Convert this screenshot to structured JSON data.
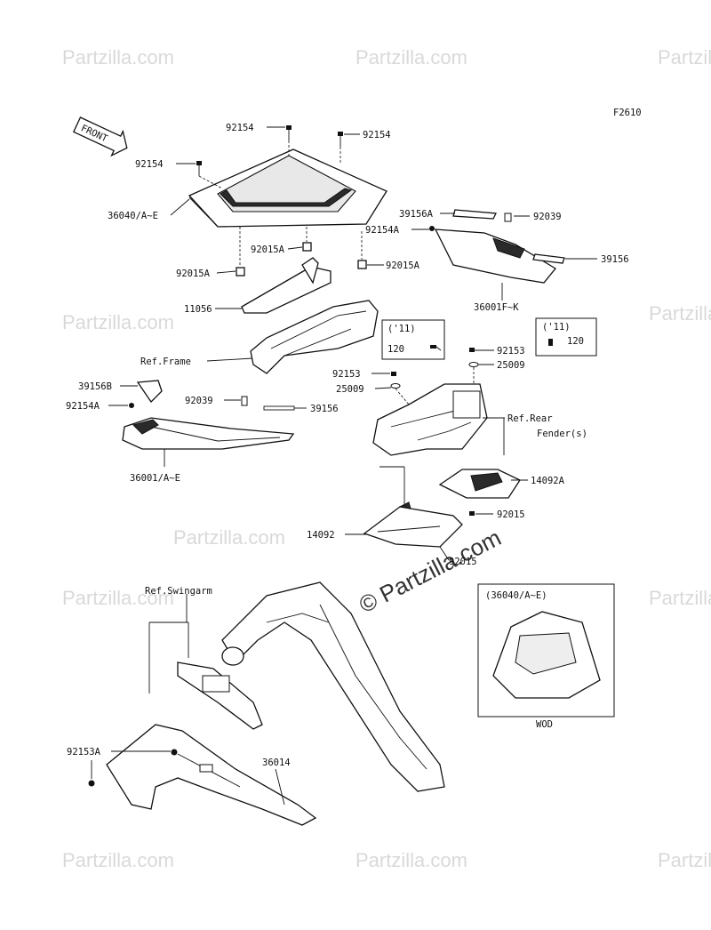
{
  "diagram": {
    "figure_code": "F2610",
    "front_label": "FRONT",
    "watermark": "Partzilla.com",
    "watermark_center": "Partzilla.com",
    "copyright_symbol": "©",
    "part_labels": {
      "p92154_a": "92154",
      "p92154_b": "92154",
      "p92154_c": "92154",
      "p36040": "36040/A~E",
      "p92015a_a": "92015A",
      "p92015a_b": "92015A",
      "p92015a_c": "92015A",
      "p11056": "11056",
      "ref_frame": "Ref.Frame",
      "p39156a": "39156A",
      "p92039_a": "92039",
      "p92154a_a": "92154A",
      "p39156_a": "39156",
      "p36001fk": "36001F~K",
      "p120_a": "120",
      "p120_b": "120",
      "p92153_a": "92153",
      "p25009_a": "25009",
      "p92153_b": "92153",
      "p25009_b": "25009",
      "p39156b": "39156B",
      "p92039_b": "92039",
      "p92154a_b": "92154A",
      "p39156_b": "39156",
      "ref_rear": "Ref.Rear",
      "ref_fender": "Fender(s)",
      "p36001ae": "36001/A~E",
      "p14092a": "14092A",
      "p92015_a": "92015",
      "p14092": "14092",
      "p92015_b": "92015",
      "ref_swingarm": "Ref.Swingarm",
      "p92153a": "92153A",
      "p36014": "36014"
    },
    "year_tags": {
      "left": "('11)",
      "right": "('11)"
    },
    "inset": {
      "title": "(36040/A~E)",
      "caption": "WOD"
    }
  }
}
